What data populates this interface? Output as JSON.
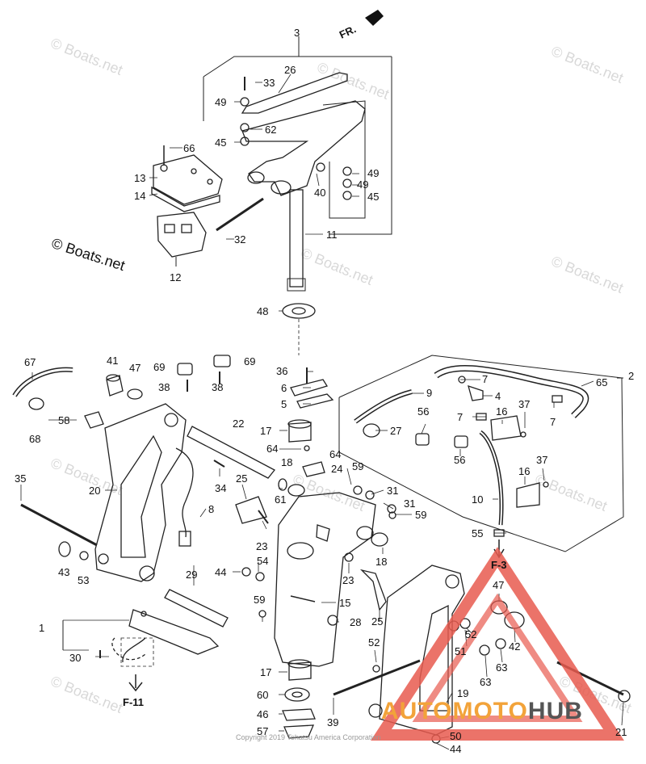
{
  "watermark": "© Boats.net",
  "brand_label": "© Boats.net",
  "copyright": "Copyright 2019 Tohatsu America Corporation",
  "fr_label": "FR.",
  "ref_f11": "F-11",
  "ref_f3": "F-3",
  "logo": {
    "auto": "AUTO",
    "moto": "MOTO",
    "hub": "HUB",
    "auto_color": "#f2a33a",
    "moto_color": "#f2a33a",
    "hub_color": "#555555",
    "triangle_color": "#e85a4f"
  },
  "callouts": {
    "c1": "1",
    "c2": "2",
    "c3": "3",
    "c4": "4",
    "c5": "5",
    "c6": "6",
    "c7a": "7",
    "c7b": "7",
    "c7c": "7",
    "c8": "8",
    "c9": "9",
    "c10": "10",
    "c11": "11",
    "c12": "12",
    "c13": "13",
    "c14": "14",
    "c15": "15",
    "c16a": "16",
    "c16b": "16",
    "c17a": "17",
    "c17b": "17",
    "c18a": "18",
    "c18b": "18",
    "c19": "19",
    "c20": "20",
    "c21": "21",
    "c22": "22",
    "c23a": "23",
    "c23b": "23",
    "c24": "24",
    "c25a": "25",
    "c25b": "25",
    "c26": "26",
    "c27": "27",
    "c28": "28",
    "c29": "29",
    "c30": "30",
    "c31a": "31",
    "c31b": "31",
    "c32": "32",
    "c33": "33",
    "c34": "34",
    "c35": "35",
    "c36": "36",
    "c37a": "37",
    "c37b": "37",
    "c38a": "38",
    "c38b": "38",
    "c39": "39",
    "c40": "40",
    "c41": "41",
    "c42": "42",
    "c43": "43",
    "c44a": "44",
    "c44b": "44",
    "c45a": "45",
    "c45b": "45",
    "c46": "46",
    "c47a": "47",
    "c47b": "47",
    "c48": "48",
    "c49a": "49",
    "c49b": "49",
    "c49c": "49",
    "c50": "50",
    "c51": "51",
    "c52a": "52",
    "c52b": "52",
    "c53": "53",
    "c54": "54",
    "c55": "55",
    "c56a": "56",
    "c56b": "56",
    "c57": "57",
    "c58": "58",
    "c59a": "59",
    "c59b": "59",
    "c59c": "59",
    "c60": "60",
    "c61": "61",
    "c62": "62",
    "c63a": "63",
    "c63b": "63",
    "c64a": "64",
    "c64b": "64",
    "c65": "65",
    "c66": "66",
    "c67": "67",
    "c68": "68",
    "c69a": "69",
    "c69b": "69"
  }
}
